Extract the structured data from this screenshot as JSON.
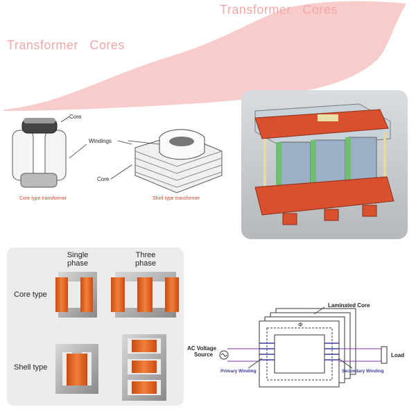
{
  "banner": {
    "title_top": "Transformer   Cores",
    "title_left": "Transformer   Cores"
  },
  "panel_core_shell": {
    "core_label": "Core",
    "windings_label": "Windings",
    "core_label_2": "Core",
    "caption_core": "Core type transformer",
    "caption_shell": "Shell type transformer"
  },
  "panel_types": {
    "col_single": [
      "Single",
      "phase"
    ],
    "col_three": [
      "Three",
      "phase"
    ],
    "row_core": "Core type",
    "row_shell": "Shell type"
  },
  "panel_schematic": {
    "laminated_core": "Laminated Core",
    "ac_source": [
      "AC Voltage",
      "Source"
    ],
    "load": "Load",
    "primary": "Primary Winding",
    "secondary": "Secondary Winding",
    "flux": "Φ"
  },
  "colors": {
    "banner": "#f8c8c8",
    "caption_red": "#e0442c",
    "coil_orange": "#e86a2a",
    "frame_red": "#d8502e",
    "panel_grey": "#ececec"
  }
}
